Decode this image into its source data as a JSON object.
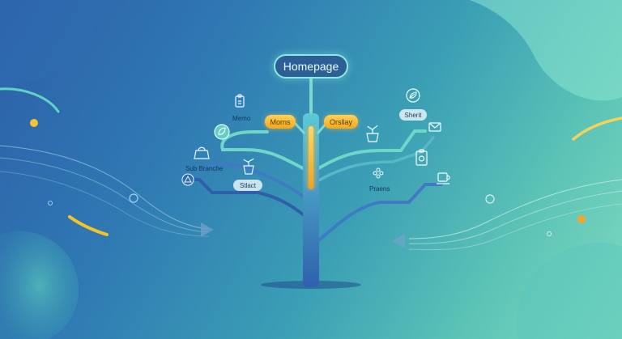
{
  "root": {
    "label": "Homepage"
  },
  "branches_center": [
    {
      "label": "Morns"
    },
    {
      "label": "Orsllay"
    }
  ],
  "branches_left": [
    {
      "label": "Memo"
    },
    {
      "label": "Sub Branche"
    },
    {
      "label": "Stlact"
    }
  ],
  "branches_right": [
    {
      "label": "Sherit"
    },
    {
      "label": "Praens"
    }
  ],
  "icons": [
    "clipboard-icon",
    "leaf-badge-icon",
    "bag-icon",
    "potted-plant-icon",
    "warning-badge-icon",
    "leaf-icon",
    "plant-pot-icon",
    "mail-icon",
    "document-icon",
    "dots-icon",
    "coffee-cup-icon"
  ],
  "colors": {
    "background_start": "#2d5fa8",
    "background_end": "#7fdcc0",
    "trunk": "#3a73b6",
    "branch_teal": "#6fd6c8",
    "branch_blue": "#3f7bc4",
    "highlight": "#f5b72a",
    "node_fill": "#2d5f97"
  }
}
